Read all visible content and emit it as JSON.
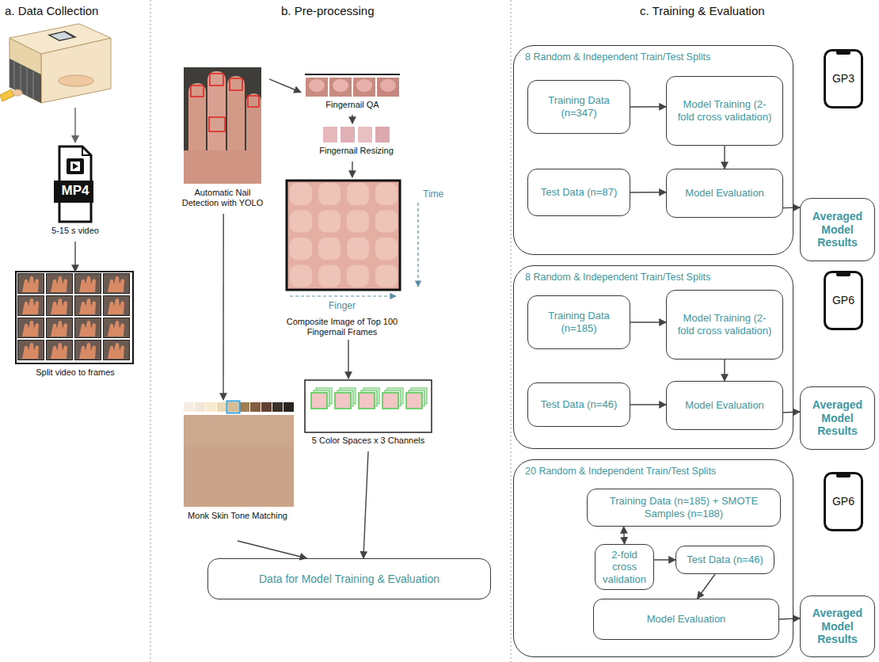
{
  "diagram": {
    "nodes": [
      {
        "text": [
          "MP4",
          "5-15 s video"
        ]
      },
      {
        "text": [
          "Split video to frames"
        ]
      },
      {
        "text": [
          "Automatic Nail Detection with YOLO"
        ]
      },
      {
        "text": [
          "Fingernail QA"
        ]
      },
      {
        "text": [
          "Fingernail Resizing"
        ]
      },
      {
        "text": [
          "Composite Image of Top 100 Fingernail Frames"
        ]
      },
      {
        "text": [
          "Monk Skin Tone Matching"
        ]
      },
      {
        "text": [
          "5 Color Spaces x 3 Channels"
        ]
      },
      {
        "text": [
          "Data for Model Training & Evaluation"
        ]
      },
      {
        "text": [
          "8 Random & Independent Train/Test Splits"
        ]
      },
      {
        "text": [
          "Training Data (n=347)"
        ],
        "in": 9
      },
      {
        "text": [
          "Model Training (2-fold cross validation)"
        ],
        "in": 9
      },
      {
        "text": [
          "Test Data (n=87)"
        ],
        "in": 9
      },
      {
        "text": [
          "Model Evaluation"
        ],
        "in": 9
      },
      {
        "text": [
          "GP3"
        ]
      },
      {
        "text": [
          "Averaged Model Results"
        ]
      },
      {
        "text": [
          "8 Random & Independent Train/Test Splits"
        ]
      },
      {
        "text": [
          "Training Data (n=185)"
        ],
        "in": 16
      },
      {
        "text": [
          "Model Training (2-fold cross validation)"
        ],
        "in": 16
      },
      {
        "text": [
          "Test Data (n=46)"
        ],
        "in": 16
      },
      {
        "text": [
          "Model Evaluation"
        ],
        "in": 16
      },
      {
        "text": [
          "GP6"
        ]
      },
      {
        "text": [
          "Averaged Model Results"
        ]
      },
      {
        "text": [
          "20 Random & Independent Train/Test Splits"
        ]
      },
      {
        "text": [
          "Training Data (n=185) + SMOTE Samples (n=188)"
        ],
        "in": 23
      },
      {
        "text": [
          "2-fold cross validation"
        ],
        "in": 23
      },
      {
        "text": [
          "Test Data (n=46)"
        ],
        "in": 23
      },
      {
        "text": [
          "Model Evaluation"
        ],
        "in": 23
      },
      {
        "text": [
          "GP6"
        ]
      },
      {
        "text": [
          "Averaged Model Results"
        ]
      }
    ],
    "edges": [
      {
        "from": 0,
        "to": 1,
        "arrow": "to"
      },
      {
        "from": 2,
        "to": 3,
        "arrow": "to"
      },
      {
        "from": 3,
        "to": 4,
        "arrow": "to"
      },
      {
        "from": 4,
        "to": 5,
        "arrow": "to"
      },
      {
        "from": 5,
        "to": 7,
        "arrow": "to"
      },
      {
        "from": 2,
        "to": 6,
        "arrow": "to"
      },
      {
        "from": 6,
        "to": 8,
        "arrow": "to"
      },
      {
        "from": 7,
        "to": 8,
        "arrow": "to"
      },
      {
        "from": 10,
        "to": 11,
        "arrow": "to"
      },
      {
        "from": 11,
        "to": 13,
        "arrow": "to"
      },
      {
        "from": 12,
        "to": 13,
        "arrow": "to"
      },
      {
        "from": 13,
        "to": 15,
        "arrow": "to"
      },
      {
        "from": 17,
        "to": 18,
        "arrow": "to"
      },
      {
        "from": 18,
        "to": 20,
        "arrow": "to"
      },
      {
        "from": 19,
        "to": 20,
        "arrow": "to"
      },
      {
        "from": 20,
        "to": 22,
        "arrow": "to"
      },
      {
        "from": 24,
        "to": 25,
        "arrow": "both"
      },
      {
        "from": 25,
        "to": 26,
        "arrow": "to"
      },
      {
        "from": 26,
        "to": 27,
        "arrow": "to"
      },
      {
        "from": 27,
        "to": 29,
        "arrow": "to"
      }
    ],
    "labels": [
      "a. Data Collection",
      "b. Pre-processing",
      "c. Training & Evaluation",
      "Time",
      "Finger"
    ]
  }
}
